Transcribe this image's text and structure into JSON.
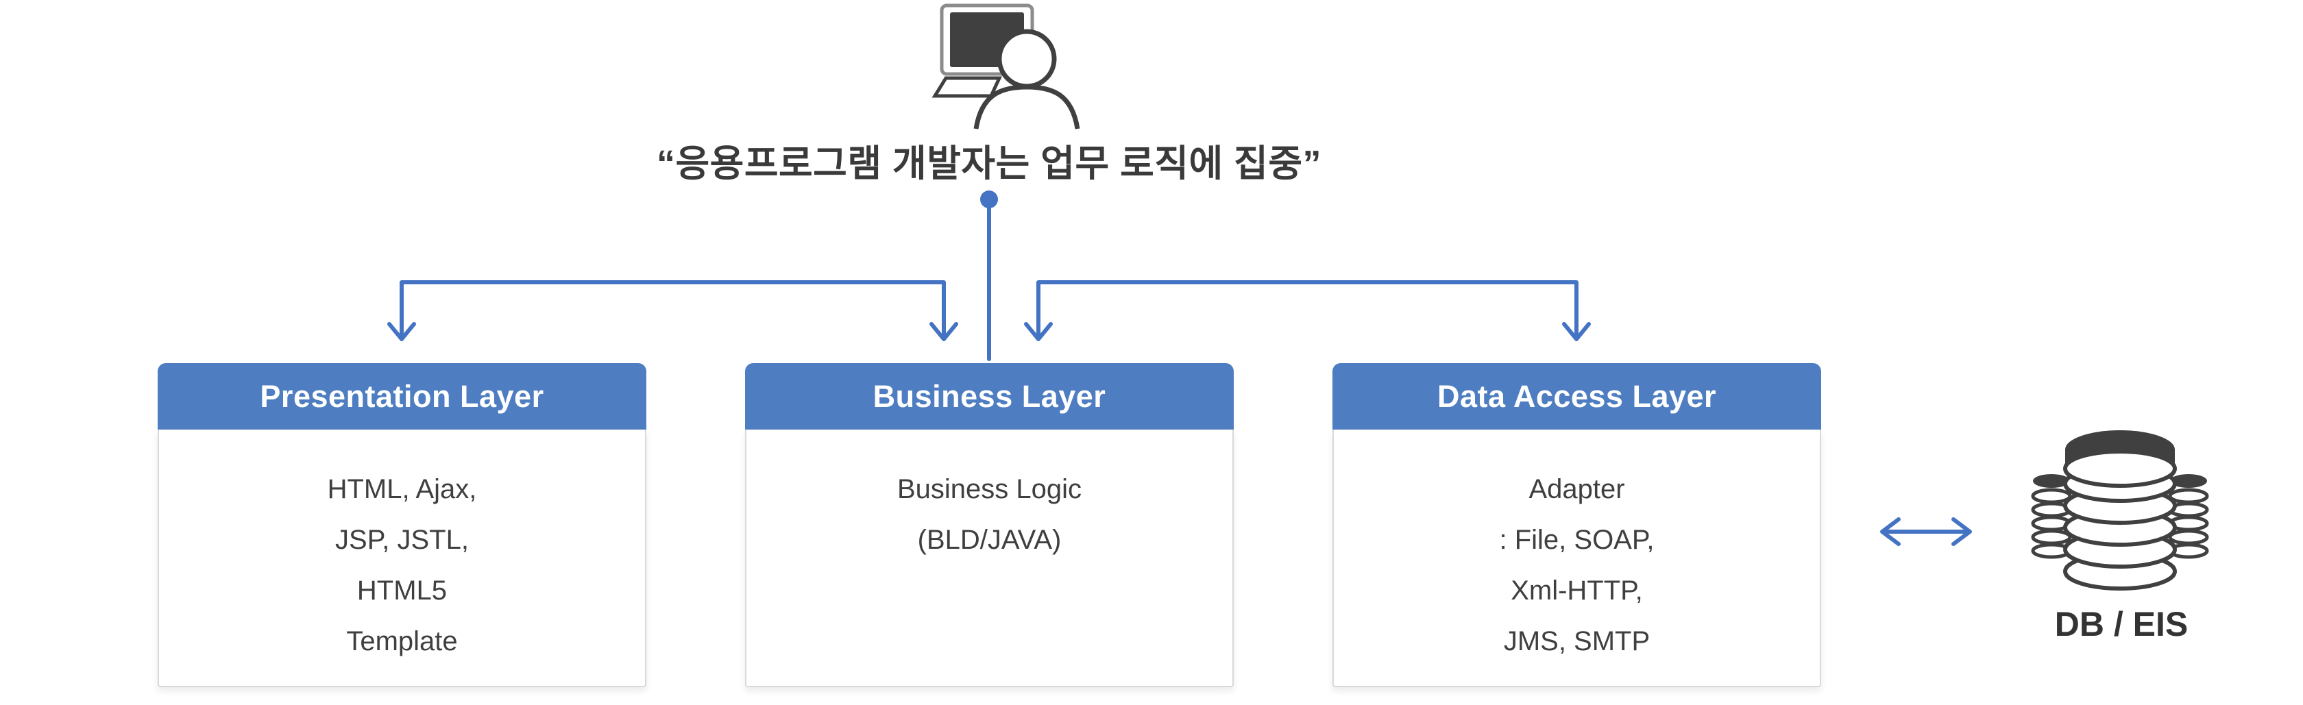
{
  "diagram": {
    "quote": "“응용프로그램 개발자는 업무 로직에 집중”",
    "layers": [
      {
        "title": "Presentation Layer",
        "lines": [
          "HTML, Ajax,",
          "JSP, JSTL,",
          "HTML5",
          "Template"
        ]
      },
      {
        "title": "Business Layer",
        "lines": [
          "Business Logic",
          "(BLD/JAVA)"
        ]
      },
      {
        "title": "Data Access Layer",
        "lines": [
          "Adapter",
          ": File, SOAP,",
          "Xml-HTTP,",
          "JMS, SMTP"
        ]
      }
    ],
    "datastore_label": "DB / EIS",
    "icons": {
      "developer": "developer-at-computer-icon",
      "database": "database-stack-icon",
      "bidirectional_arrow": "left-right-arrow-icon",
      "connector_dot": "connector-origin-dot"
    },
    "colors": {
      "header_blue": "#4e7ec1",
      "connector_blue": "#4573c4",
      "text_dark": "#3f3f3f",
      "box_border": "#d9d9d9",
      "icon_dark": "#404040"
    }
  }
}
